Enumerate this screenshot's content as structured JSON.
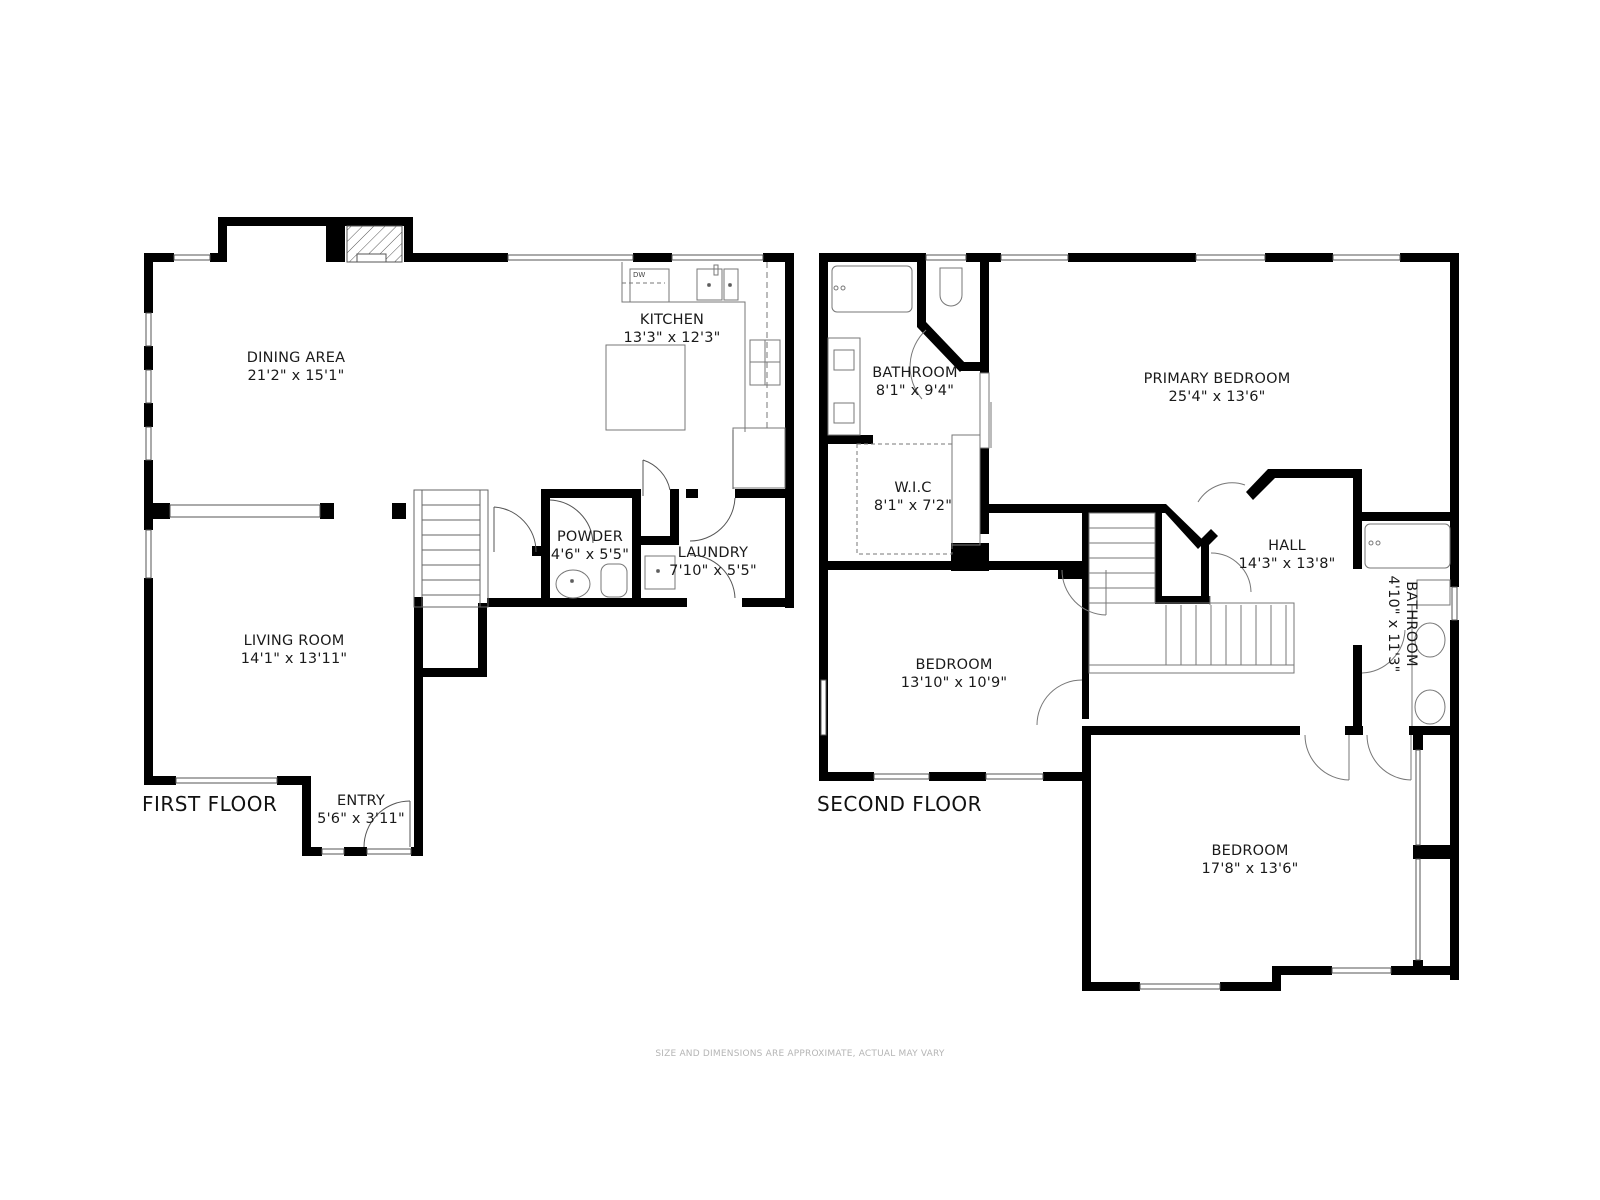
{
  "first_floor": {
    "title": "FIRST FLOOR",
    "rooms": [
      {
        "name": "DINING AREA",
        "dims": "21'2\" x 15'1\""
      },
      {
        "name": "KITCHEN",
        "dims": "13'3\" x 12'3\""
      },
      {
        "name": "POWDER",
        "dims": "4'6\" x 5'5\""
      },
      {
        "name": "LAUNDRY",
        "dims": "7'10\" x 5'5\""
      },
      {
        "name": "LIVING ROOM",
        "dims": "14'1\" x 13'11\""
      },
      {
        "name": "ENTRY",
        "dims": "5'6\" x 3'11\""
      }
    ],
    "appliance_labels": {
      "dishwasher": "DW"
    }
  },
  "second_floor": {
    "title": "SECOND FLOOR",
    "rooms": [
      {
        "name": "BATHROOM",
        "dims": "8'1\" x 9'4\""
      },
      {
        "name": "W.I.C",
        "dims": "8'1\" x 7'2\""
      },
      {
        "name": "PRIMARY BEDROOM",
        "dims": "25'4\" x 13'6\""
      },
      {
        "name": "HALL",
        "dims": "14'3\" x 13'8\""
      },
      {
        "name": "BATHROOM",
        "dims": "4'10\" x 11'3\""
      },
      {
        "name": "BEDROOM",
        "dims": "13'10\" x 10'9\""
      },
      {
        "name": "BEDROOM",
        "dims": "17'8\" x 13'6\""
      }
    ]
  },
  "footer": {
    "disclaimer": "SIZE AND DIMENSIONS ARE APPROXIMATE, ACTUAL MAY VARY"
  },
  "colors": {
    "wall": "#000000",
    "fixture_line": "#6e6e6e",
    "background": "#ffffff",
    "disclaimer_text": "#b5b5b5"
  }
}
